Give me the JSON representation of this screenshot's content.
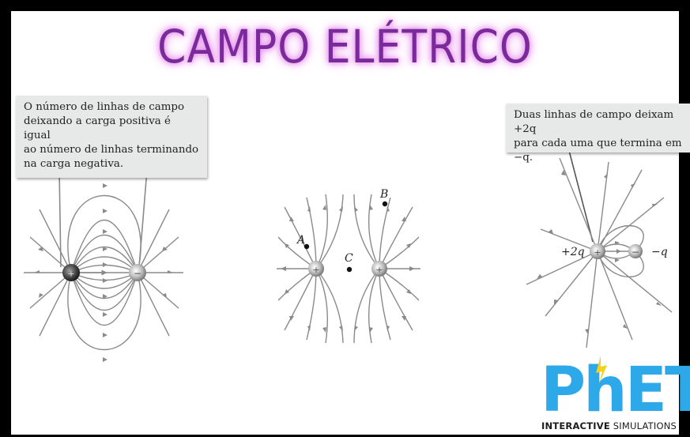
{
  "title": "CAMPO ELÉTRICO",
  "callout_left": {
    "text": "O número de linhas de campo\ndeixando a carga positiva é igual\nao número de linhas terminando\nna carga negativa."
  },
  "callout_right": {
    "text": "Duas linhas de campo deixam +2q\npara cada uma que termina em −q."
  },
  "middle_diagram": {
    "point_labels": [
      "A",
      "B",
      "C"
    ]
  },
  "right_diagram": {
    "charge_labels": [
      "+2q",
      "−q"
    ]
  },
  "logo": {
    "word": "PhET",
    "sub_bold": "INTERACTIVE",
    "sub_regular": " SIMULATIONS"
  },
  "colors": {
    "title": "#7a2a9a",
    "title_glow": "#e99bee",
    "field_line": "#8a8a8a",
    "logo_blue": "#2da8e8",
    "logo_yellow": "#f5d21a"
  }
}
